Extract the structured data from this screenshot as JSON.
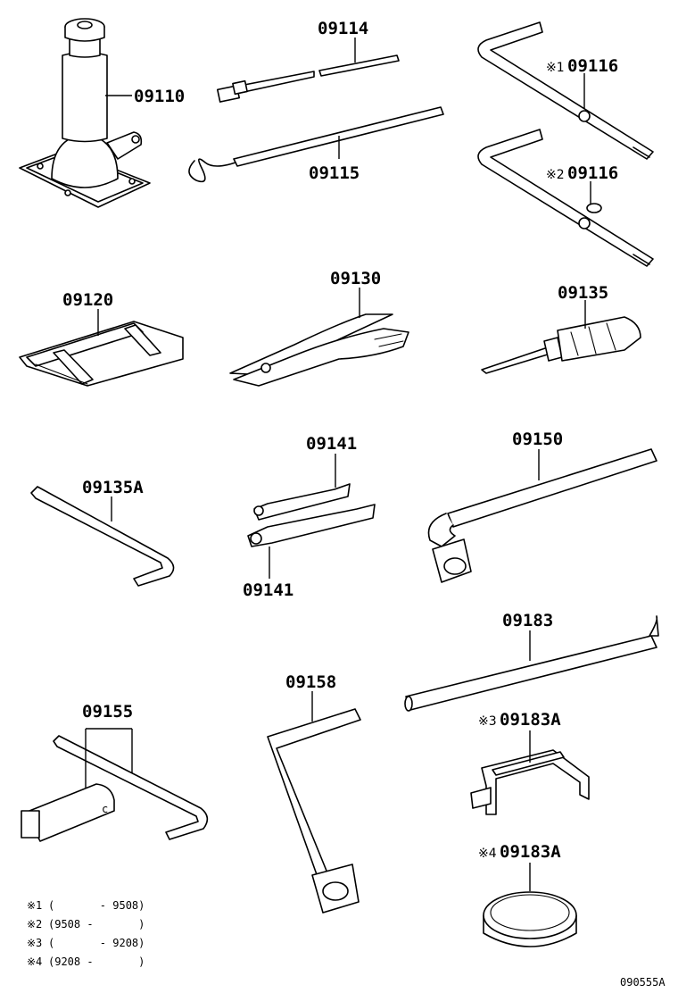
{
  "parts": {
    "p09110": "09110",
    "p09114": "09114",
    "p09115": "09115",
    "p09116a": "09116",
    "p09116a_mark": "※1",
    "p09116b": "09116",
    "p09116b_mark": "※2",
    "p09120": "09120",
    "p09130": "09130",
    "p09135": "09135",
    "p09135A": "09135A",
    "p09141_top": "09141",
    "p09141_bottom": "09141",
    "p09150": "09150",
    "p09155": "09155",
    "p09158": "09158",
    "p09183": "09183",
    "p09183A_a": "09183A",
    "p09183A_a_mark": "※3",
    "p09183A_b": "09183A",
    "p09183A_b_mark": "※4"
  },
  "notes": [
    {
      "mark": "※1",
      "range": "(       - 9508)"
    },
    {
      "mark": "※2",
      "range": "(9508 -       )"
    },
    {
      "mark": "※3",
      "range": "(       - 9208)"
    },
    {
      "mark": "※4",
      "range": "(9208 -       )"
    }
  ],
  "figure_code": "090555A"
}
